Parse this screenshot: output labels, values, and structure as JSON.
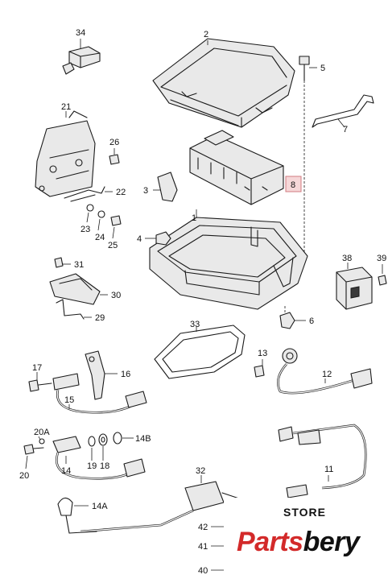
{
  "diagram": {
    "callouts": {
      "c1": "1",
      "c2": "2",
      "c3": "3",
      "c4": "4",
      "c5": "5",
      "c6": "6",
      "c7": "7",
      "c8": "8",
      "c11": "11",
      "c12": "12",
      "c13": "13",
      "c14": "14",
      "c14A": "14A",
      "c14B": "14B",
      "c15": "15",
      "c16": "16",
      "c17": "17",
      "c18": "18",
      "c19": "19",
      "c20": "20",
      "c20A": "20A",
      "c21": "21",
      "c22": "22",
      "c23": "23",
      "c24": "24",
      "c25": "25",
      "c26": "26",
      "c29": "29",
      "c30": "30",
      "c31": "31",
      "c32": "32",
      "c33": "33",
      "c34": "34",
      "c38": "38",
      "c39": "39",
      "c40": "40",
      "c41": "41",
      "c42": "42"
    },
    "highlight_color": "#f6d7d8"
  },
  "watermark": {
    "store": "STORE",
    "brand_red": "Parts",
    "brand_black": "bery",
    "brand_color": "#d32a2a"
  }
}
